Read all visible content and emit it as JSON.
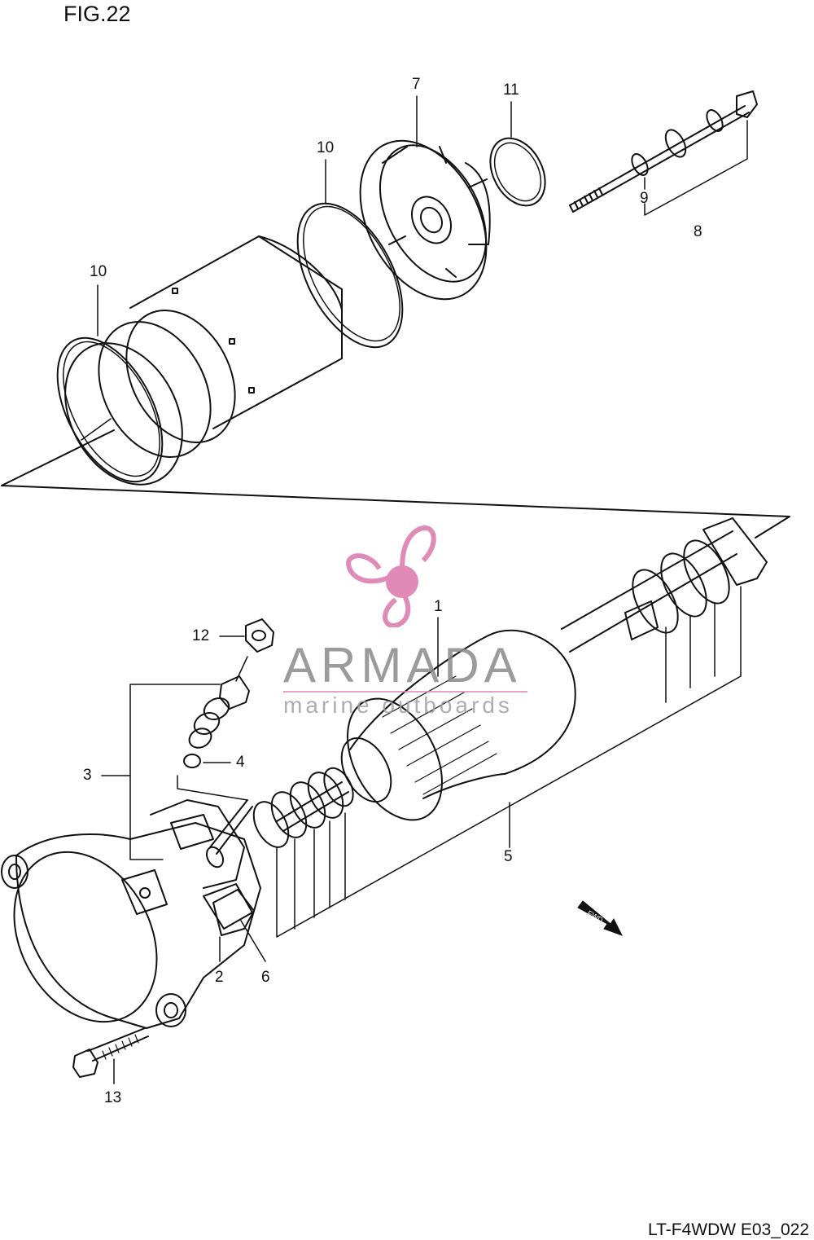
{
  "figure": {
    "title": "FIG.22",
    "sheet_code": "LT-F4WDW E03_022"
  },
  "callouts": {
    "c1": "1",
    "c2": "2",
    "c3": "3",
    "c4": "4",
    "c5": "5",
    "c6": "6",
    "c7": "7",
    "c8": "8",
    "c9": "9",
    "c10a": "10",
    "c10b": "10",
    "c11": "11",
    "c12": "12",
    "c13": "13"
  },
  "direction_marker": "FWD",
  "watermark": {
    "word": "ARMADA",
    "tagline": "marine outboards",
    "color": "#e08ab8"
  }
}
